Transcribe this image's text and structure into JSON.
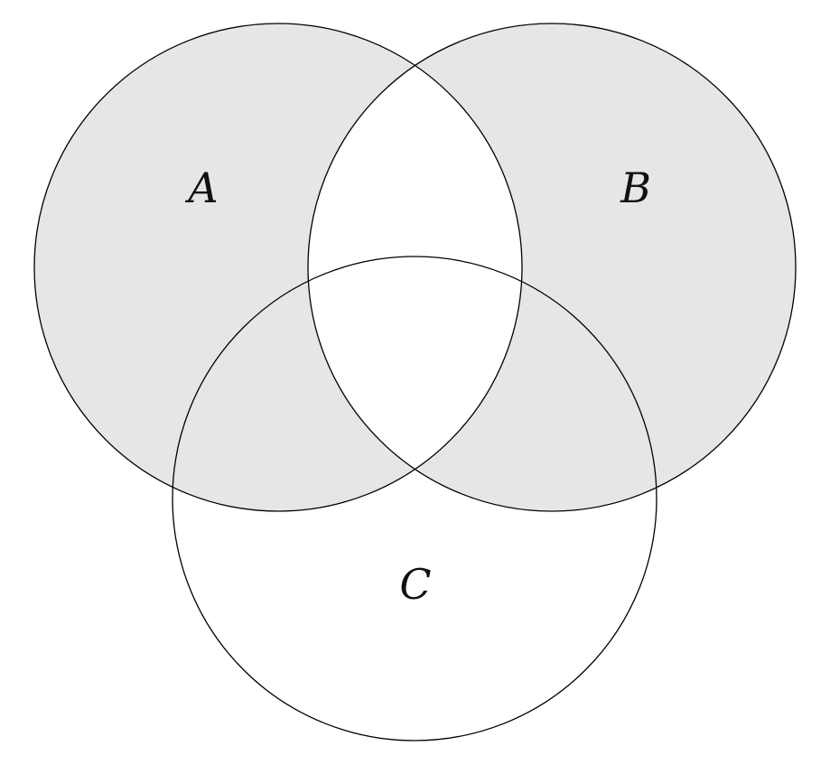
{
  "diagram": {
    "type": "venn-3-set",
    "title": "",
    "sets": [
      {
        "label": "A",
        "shaded": true
      },
      {
        "label": "B",
        "shaded": true
      },
      {
        "label": "C",
        "shaded": false
      }
    ],
    "shaded_region": "(A ∪ B) \\ (A ∩ B)",
    "colors": {
      "shade": "#e6e6e6",
      "stroke": "#000000",
      "background": "#ffffff"
    }
  }
}
